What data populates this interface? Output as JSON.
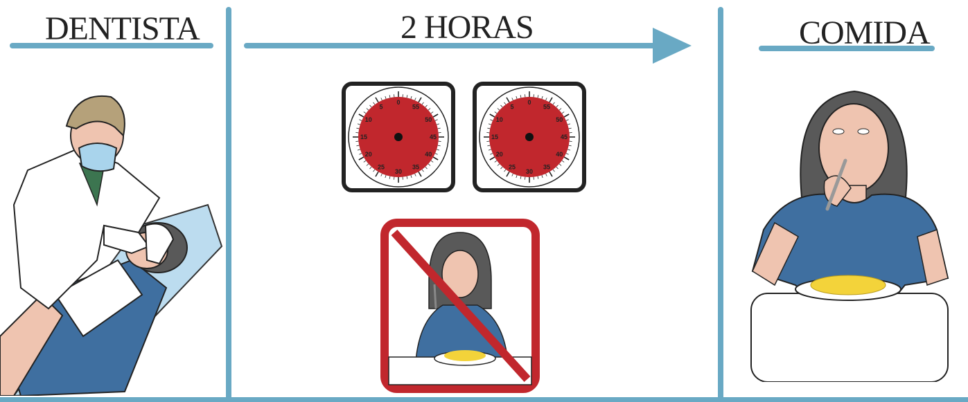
{
  "panels": {
    "dentist": {
      "title": "DENTISTA"
    },
    "wait": {
      "title": "2 HORAS"
    },
    "meal": {
      "title": "COMIDA"
    }
  },
  "timer_labels": [
    "0",
    "55",
    "50",
    "45",
    "40",
    "35",
    "30",
    "25",
    "20",
    "15",
    "10",
    "5"
  ],
  "colors": {
    "accent_blue": "#69a9c4",
    "timer_red": "#c1272d",
    "prohibit_red": "#c1272d",
    "shirt_blue": "#3f6fa0",
    "food_yellow": "#f3d33a"
  }
}
